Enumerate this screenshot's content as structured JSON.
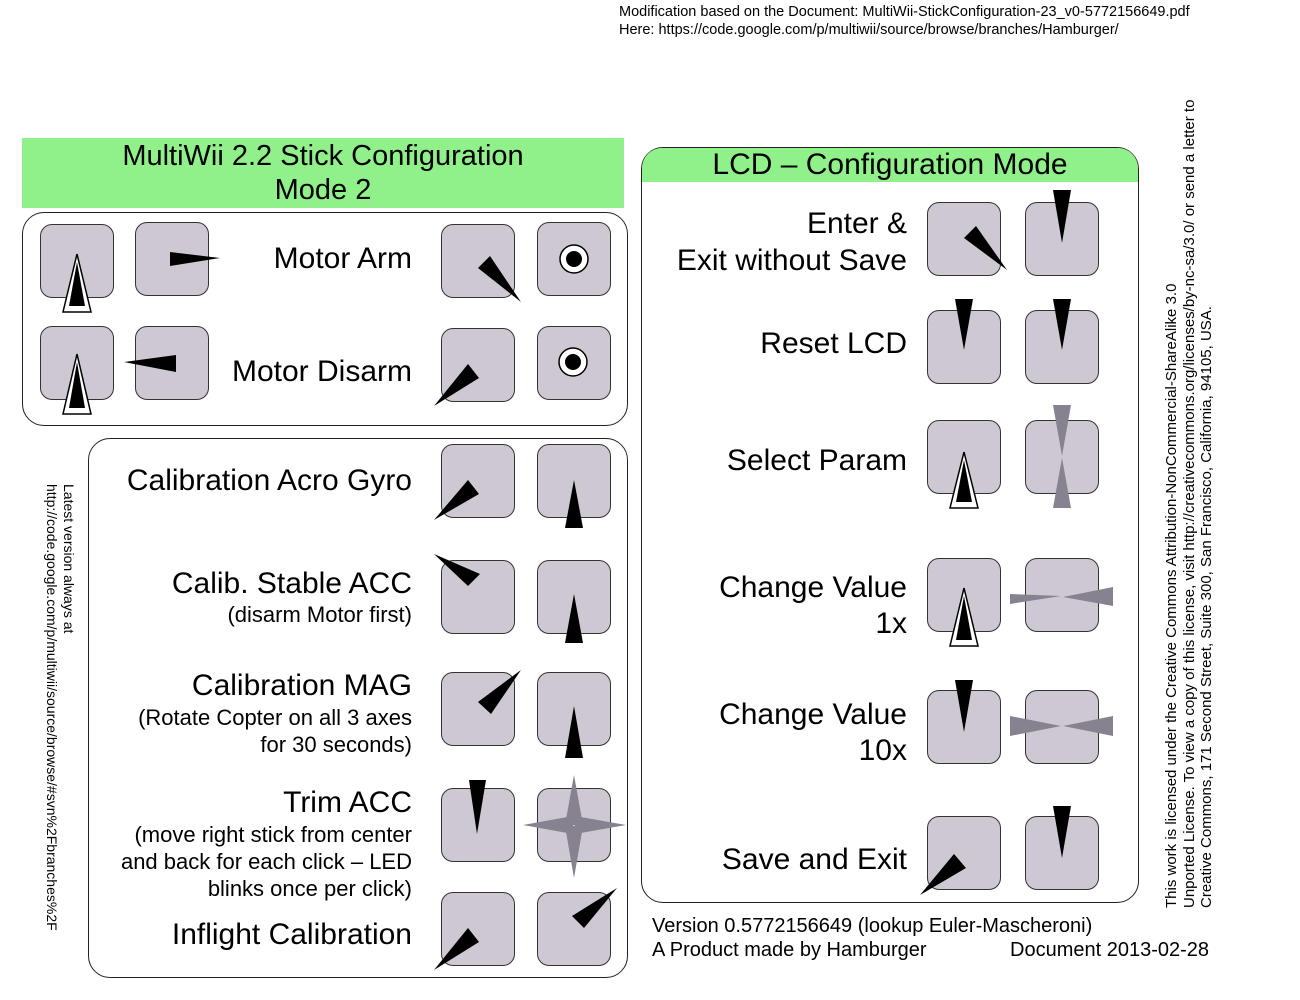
{
  "header": {
    "line1": "Modification based on the Document: MultiWii-StickConfiguration-23_v0-5772156649.pdf",
    "line2": "Here: https://code.google.com/p/multiwii/source/browse/branches/Hamburger/"
  },
  "left_panel": {
    "title_line1": "MultiWii 2.2 Stick Configuration",
    "title_line2": "Mode 2",
    "motor": {
      "arm": "Motor Arm",
      "disarm": "Motor Disarm"
    },
    "calibration": {
      "acro_gyro": "Calibration Acro Gyro",
      "stable_acc": "Calib. Stable ACC",
      "stable_acc_note": "(disarm Motor first)",
      "mag": "Calibration MAG",
      "mag_note_1": "(Rotate Copter on all 3 axes",
      "mag_note_2": "for 30 seconds)",
      "trim": "Trim ACC",
      "trim_note_1": "(move right stick from center",
      "trim_note_2": "and back for each click – LED",
      "trim_note_3": "blinks once per click)",
      "inflight": "Inflight Calibration"
    }
  },
  "side_note": {
    "line1": "Latest version always at",
    "line2": "http://code.google.com/p/multiwii/source/browse/#svn%2Fbranches%2F"
  },
  "right_panel": {
    "title": "LCD – Configuration Mode",
    "enter_1": "Enter &",
    "enter_2": "Exit without Save",
    "reset": "Reset LCD",
    "select": "Select Param",
    "change1_1": "Change Value",
    "change1_2": "1x",
    "change10_1": "Change Value",
    "change10_2": "10x",
    "save": "Save and Exit"
  },
  "footer": {
    "version": "Version 0.5772156649 (lookup Euler-Mascheroni)",
    "product": "A Product made by Hamburger",
    "document": "Document  2013-02-28"
  },
  "license": {
    "line1": "This work is licensed under the Creative Commons Attribution-NonCommercial-ShareAlike 3.0",
    "line2": "Unported License.  To view a copy of this license, visit http://creativecommons.org/licenses/by-nc-sa/3.0/ or send a letter to",
    "line3": "Creative Commons, 171 Second Street, Suite 300,  San Francisco, California, 94105, USA."
  },
  "colors": {
    "banner": "#90f08a",
    "stick_pad": "#cdc8d2",
    "arrow_fill": "#000000",
    "double_arrow_fill": "#868290"
  }
}
